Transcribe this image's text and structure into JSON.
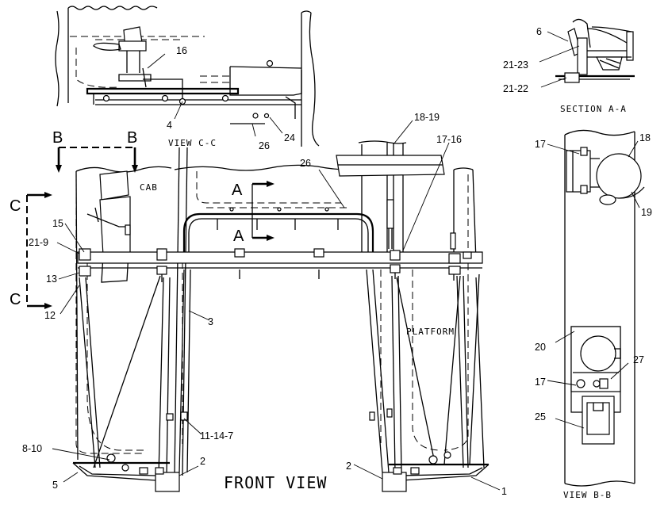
{
  "views": {
    "front_view": "FRONT VIEW",
    "view_cc": "VIEW C-C",
    "section_aa": "SECTION A-A",
    "view_bb": "VIEW B-B"
  },
  "area_labels": {
    "cab": "CAB",
    "platform": "PLATFORM"
  },
  "section_markers": {
    "b_left": "B",
    "b_right": "B",
    "c_top": "C",
    "c_bottom": "C",
    "a_top": "A",
    "a_bottom": "A"
  },
  "callouts": {
    "viewcc": [
      "16",
      "4",
      "26",
      "24"
    ],
    "front": [
      "18-19",
      "17-16",
      "26",
      "15",
      "21-9",
      "13",
      "12",
      "3",
      "11-14-7",
      "8-10",
      "5",
      "2",
      "2",
      "1"
    ],
    "section_aa": [
      "6",
      "21-23",
      "21-22"
    ],
    "view_bb": [
      "17",
      "18",
      "19",
      "20",
      "27",
      "17",
      "25"
    ]
  }
}
